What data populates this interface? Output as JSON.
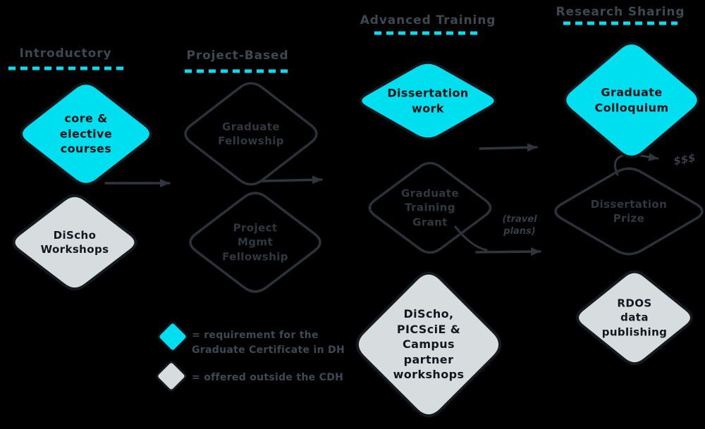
{
  "diagram": {
    "columns": [
      {
        "label": "Introductory"
      },
      {
        "label": "Project-Based"
      },
      {
        "label": "Advanced Training"
      },
      {
        "label": "Research Sharing"
      }
    ],
    "nodes": [
      {
        "id": "core-elective-courses",
        "label": "core &\nelective\ncourses",
        "type": "requirement"
      },
      {
        "id": "discho-workshops",
        "label": "DiScho\nWorkshops",
        "type": "external"
      },
      {
        "id": "graduate-fellowship",
        "label": "Graduate\nFellowship",
        "type": "outline"
      },
      {
        "id": "project-mgmt-fellowship",
        "label": "Project\nMgmt\nFellowship",
        "type": "outline"
      },
      {
        "id": "dissertation-work",
        "label": "Dissertation\nwork",
        "type": "requirement"
      },
      {
        "id": "graduate-training-grant",
        "label": "Graduate\nTraining\nGrant",
        "type": "outline"
      },
      {
        "id": "discho-picscie-campus-workshops",
        "label": "DiScho,\nPICSciE &\nCampus\npartner\nworkshops",
        "type": "external"
      },
      {
        "id": "graduate-colloquium",
        "label": "Graduate\nColloquium",
        "type": "requirement"
      },
      {
        "id": "dissertation-prize",
        "label": "Dissertation\nPrize",
        "type": "outline"
      },
      {
        "id": "rdos-data-publishing",
        "label": "RDOS\ndata\npublishing",
        "type": "external"
      }
    ],
    "annotations": {
      "travel": "(travel\nplans)",
      "money": "$$$"
    },
    "legend": [
      {
        "swatch": "cyan",
        "label": "= requirement for the\nGraduate Certificate in DH"
      },
      {
        "swatch": "gray",
        "label": "= offered outside the CDH"
      }
    ],
    "colors": {
      "accent_cyan": "#00dff0",
      "gray_fill": "#d7dcde",
      "background": "#000000",
      "ink": "#2e353b"
    }
  }
}
